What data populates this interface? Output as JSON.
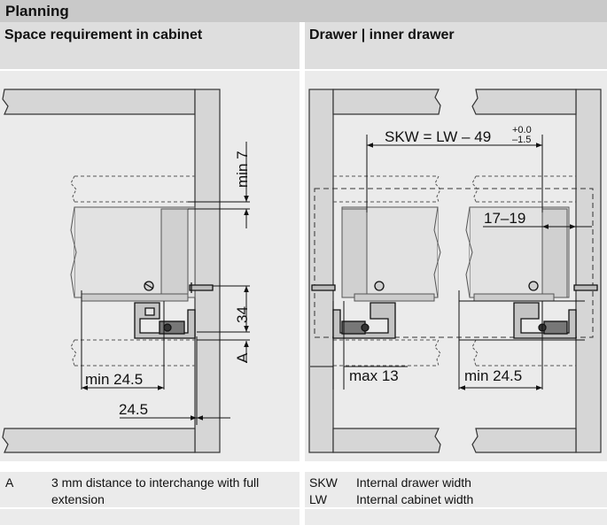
{
  "header": {
    "title": "Planning"
  },
  "left_panel": {
    "title": "Space requirement in cabinet",
    "dims": {
      "min7": "min 7",
      "d34": "34",
      "a": "A",
      "min245": "min 24.5",
      "d245": "24.5"
    }
  },
  "right_panel": {
    "title": "Drawer | inner drawer",
    "formula": "SKW = LW – 49",
    "tol_upper": "+0.0",
    "tol_lower": "–1.5",
    "dims": {
      "d1719": "17–19",
      "max13": "max 13",
      "min245": "min 24.5"
    }
  },
  "legend_left": [
    {
      "key": "A",
      "text_line1": "3 mm distance to interchange with full",
      "text_line2": "extension"
    }
  ],
  "legend_right": [
    {
      "key": "SKW",
      "text": "Internal drawer width"
    },
    {
      "key": "LW",
      "text": "Internal cabinet width"
    }
  ]
}
